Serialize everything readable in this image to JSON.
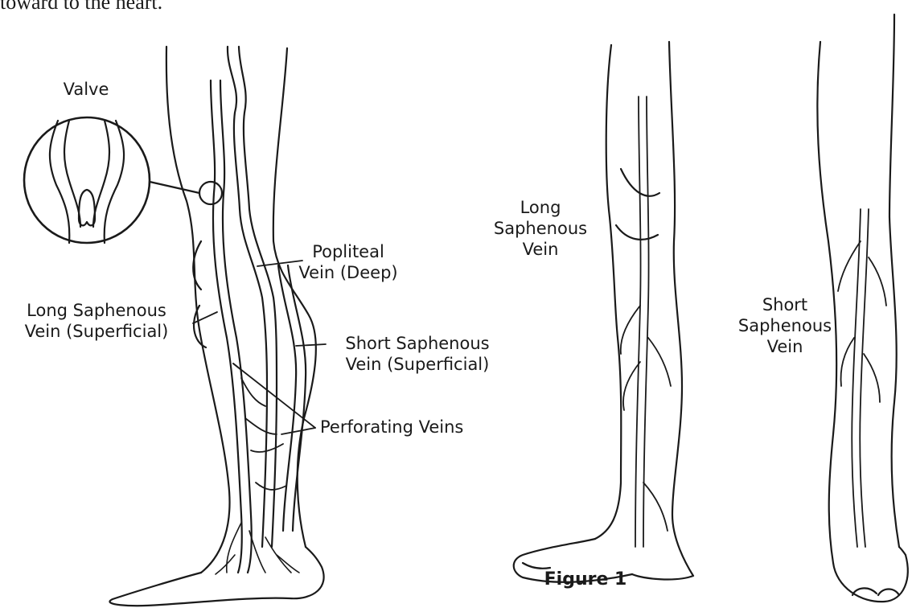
{
  "intro_text": "toward to the heart.",
  "caption": "Figure 1",
  "labels": {
    "valve": "Valve",
    "popliteal_1": "Popliteal",
    "popliteal_2": "Vein (Deep)",
    "long_sup_1": "Long Saphenous",
    "long_sup_2": "Vein (Superficial)",
    "short_sup_1": "Short Saphenous",
    "short_sup_2": "Vein (Superficial)",
    "perforating": "Perforating Veins",
    "mid_long_1": "Long",
    "mid_long_2": "Saphenous",
    "mid_long_3": "Vein",
    "right_short_1": "Short",
    "right_short_2": "Saphenous",
    "right_short_3": "Vein"
  }
}
